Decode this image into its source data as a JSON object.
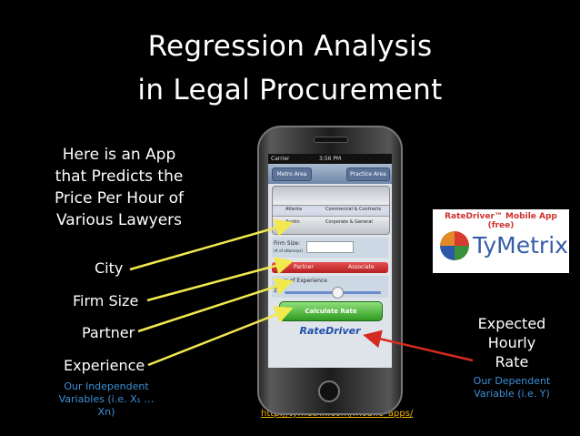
{
  "slide": {
    "title_line1": "Regression Analysis",
    "title_line2": "in Legal Procurement",
    "intro": "Here is an App that Predicts the Price Per Hour of Various Lawyers",
    "labels": {
      "city": "City",
      "firm_size": "Firm Size",
      "partner": "Partner",
      "experience": "Experience"
    },
    "independent_note": "Our Independent Variables (i.e. X₁ … Xn)",
    "expected_rate": "Expected Hourly Rate",
    "dependent_note": "Our Dependent Variable (i.e. Y)",
    "link": "http://tymetrix.com/mobile_apps/"
  },
  "app": {
    "status_time": "3:56 PM",
    "status_carrier": "Carrier",
    "nav_left": "Metro Area",
    "nav_right": "Practice Area",
    "picker_rows": [
      [
        "Atlanta",
        "Commercial & Contracts"
      ],
      [
        "Austin",
        "Corporate & General"
      ]
    ],
    "firm_size_label": "Firm Size:",
    "firm_size_sub": "(# of attorneys)",
    "seg_left": "Partner",
    "seg_right": "Associate",
    "years_label": "Years of Experience",
    "years_value": "25",
    "calc_button": "Calculate Rate",
    "brand": "RateDriver"
  },
  "logo": {
    "title": "RateDriver™ Mobile App (free)",
    "name": "TyMetrix"
  },
  "colors": {
    "arrow_yellow": "#f2e94e",
    "arrow_red": "#d42a1f",
    "note_blue": "#3d8fd6"
  }
}
